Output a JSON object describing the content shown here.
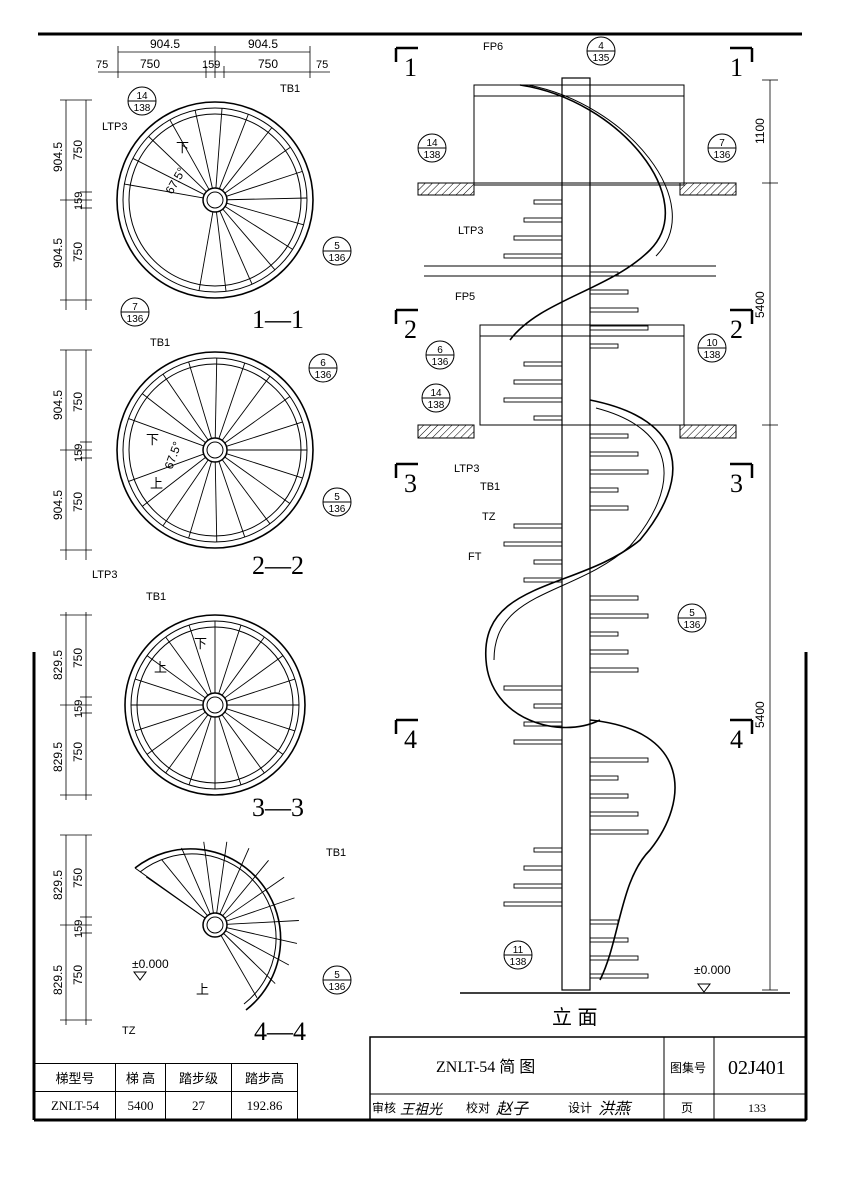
{
  "drawing": {
    "plans": [
      {
        "label": "1—1"
      },
      {
        "label": "2—2"
      },
      {
        "label": "3—3"
      },
      {
        "label": "4—4"
      }
    ],
    "dims": {
      "d904": "904.5",
      "d750": "750",
      "d75": "75",
      "d159": "159",
      "d829": "829.5",
      "d1100": "1100",
      "d5400": "5400"
    },
    "angle": "67.5°",
    "dir_down": "下",
    "dir_up": "上",
    "parts": {
      "TB1": "TB1",
      "LTP3": "LTP3",
      "TZ": "TZ",
      "FP6": "FP6",
      "FP5": "FP5",
      "FT": "FT"
    },
    "refs": {
      "r14_138_top": [
        "14",
        "138"
      ],
      "r7_136": [
        "7",
        "136"
      ],
      "r5_136": [
        "5",
        "136"
      ],
      "r6_136": [
        "6",
        "136"
      ],
      "r4_135": [
        "4",
        "135"
      ],
      "r10_138": [
        "10",
        "138"
      ],
      "r11_138": [
        "11",
        "138"
      ]
    },
    "section_marks": {
      "s1": "1",
      "s2": "2",
      "s3": "3",
      "s4": "4"
    },
    "elevation_level": "±0.000",
    "elevation_title": "立 面"
  },
  "title_block": {
    "title": "ZNLT-54   简   图",
    "atlas_label": "图集号",
    "atlas_no": "02J401",
    "review_label": "审核",
    "review_sign": "王祖光",
    "check_label": "校对",
    "check_sign": "赵子",
    "design_label": "设计",
    "design_sign": "洪燕",
    "page_label": "页",
    "page_no": "133"
  },
  "stair_table": {
    "headers": [
      "梯型号",
      "梯 高",
      "踏步级",
      "踏步高"
    ],
    "row": [
      "ZNLT-54",
      "5400",
      "27",
      "192.86"
    ]
  }
}
